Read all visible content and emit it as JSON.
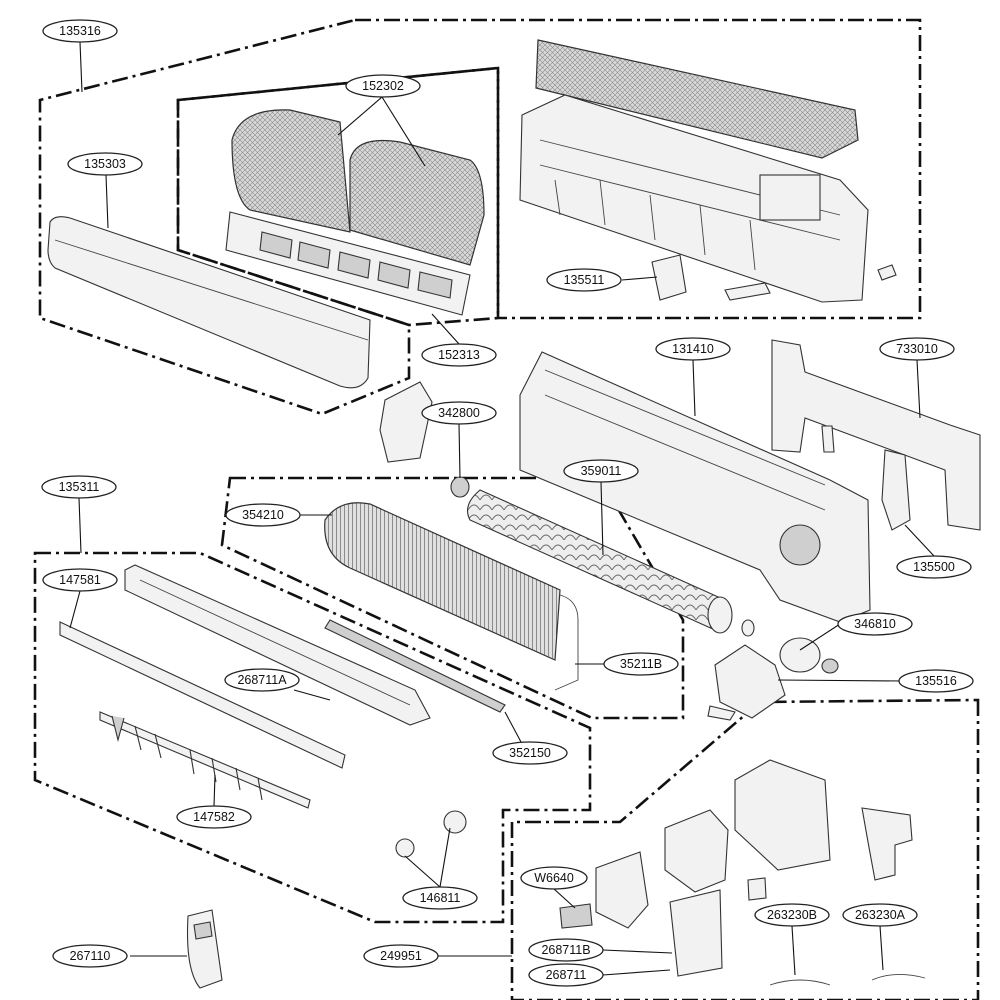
{
  "diagram": {
    "type": "exploded parts diagram",
    "part_labels": [
      "135316",
      "152302",
      "135303",
      "135511",
      "152313",
      "131410",
      "733010",
      "342800",
      "359011",
      "135311",
      "354210",
      "135500",
      "147581",
      "35211B",
      "346810",
      "268711A",
      "135516",
      "352150",
      "147582",
      "146811",
      "W6640",
      "263230B",
      "263230A",
      "268711B",
      "267110",
      "249951",
      "268711"
    ]
  }
}
